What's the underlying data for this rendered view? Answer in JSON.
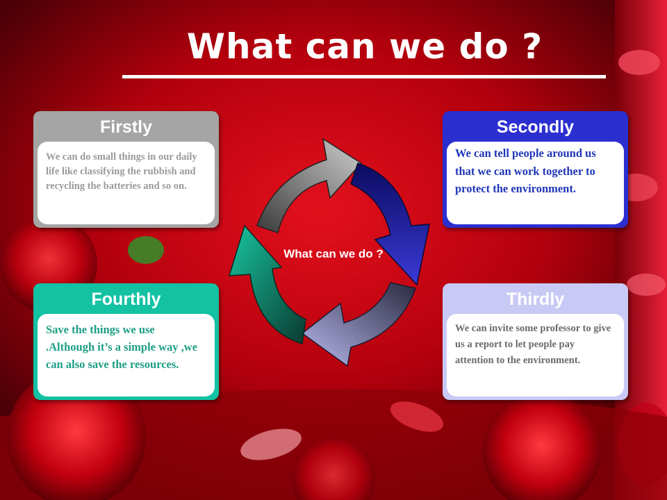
{
  "slide": {
    "title": "What can we do ?",
    "center_label": "What can we do ?"
  },
  "cards": {
    "firstly": {
      "heading": "Firstly",
      "text": "We can do small things in our daily life like classifying the rubbish and recycling the batteries and so on."
    },
    "secondly": {
      "heading": "Secondly",
      "text": "We can tell people around us that we can work together to protect the environment."
    },
    "thirdly": {
      "heading": "Thirdly",
      "text": "We can invite some professor to give us a report to let people pay attention to the environment."
    },
    "fourthly": {
      "heading": "Fourthly",
      "text": "Save the things we use .Although it’s a simple way ,we can also save the resources."
    }
  },
  "colors": {
    "background": "#b0000f",
    "firstly": "#a5a5a5",
    "secondly": "#2b2fd0",
    "thirdly": "#c9c9f5",
    "fourthly": "#12c2a3"
  }
}
